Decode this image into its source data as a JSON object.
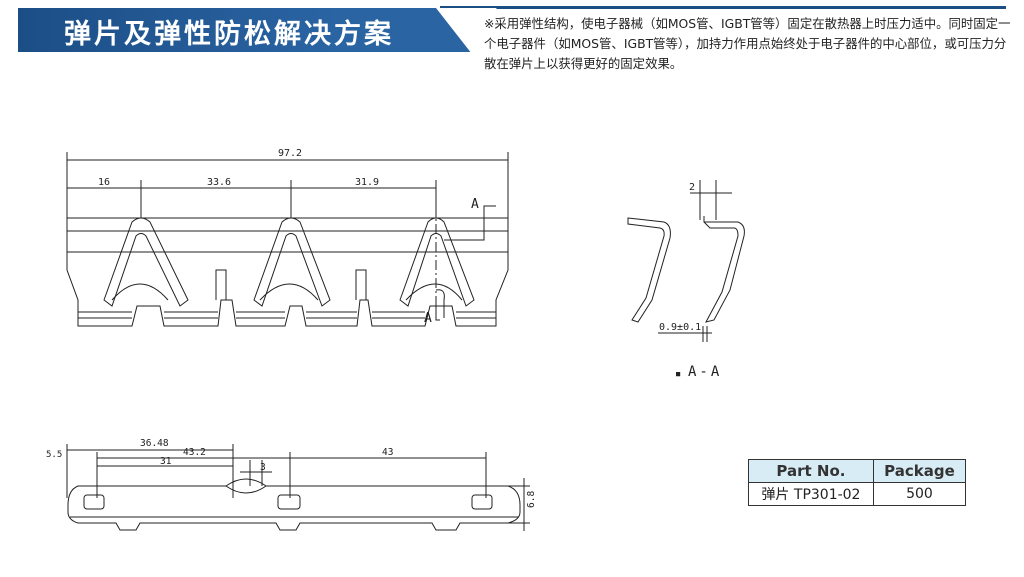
{
  "header": {
    "title": "弹片及弹性防松解决方案",
    "description": "※采用弹性结构，使电子器械（如MOS管、IGBT管等）固定在散热器上时压力适中。同时固定一个电子器件（如MOS管、IGBT管等），加持力作用点始终处于电子器件的中心部位，或可压力分散在弹片上以获得更好的固定效果。"
  },
  "colors": {
    "banner": "#1c4e86",
    "table_header": "#d8ecf6"
  },
  "top_view": {
    "dim_total": "97.2",
    "dim_first": "16",
    "dim_second": "33.6",
    "dim_third": "31.9",
    "section_mark_top": "A",
    "section_mark_bottom": "A"
  },
  "section_view": {
    "dim_gap": "2",
    "dim_thickness": "0.9±0.1",
    "section_prefix": "■",
    "section_label": "A-A"
  },
  "side_view": {
    "dim_left": "5.5",
    "dim_36": "36.48",
    "dim_43_2": "43.2",
    "dim_31": "31",
    "dim_3": "3",
    "dim_43": "43",
    "dim_height": "6.8"
  },
  "parts_table": {
    "header_part": "Part No.",
    "header_package": "Package",
    "rows": [
      {
        "part": "弹片 TP301-02",
        "package": "500"
      }
    ]
  }
}
